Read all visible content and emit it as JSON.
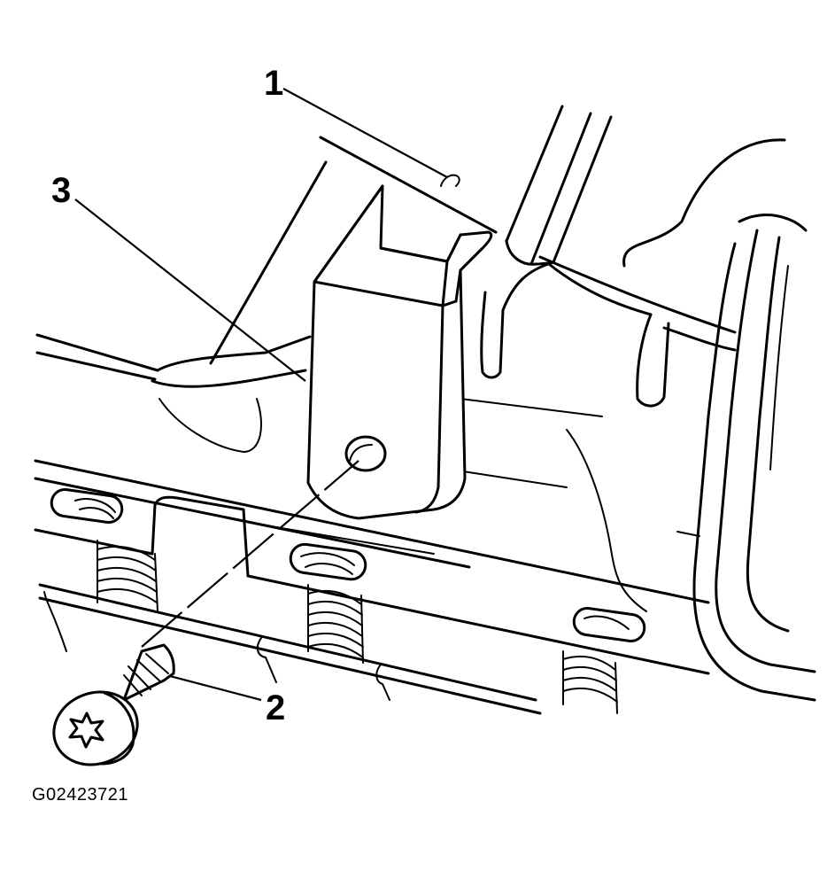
{
  "callouts": [
    {
      "id": "1",
      "label": "1"
    },
    {
      "id": "2",
      "label": "2"
    },
    {
      "id": "3",
      "label": "3"
    }
  ],
  "figure_id": "G02423721",
  "colors": {
    "ink": "#000000",
    "paper": "#ffffff"
  }
}
